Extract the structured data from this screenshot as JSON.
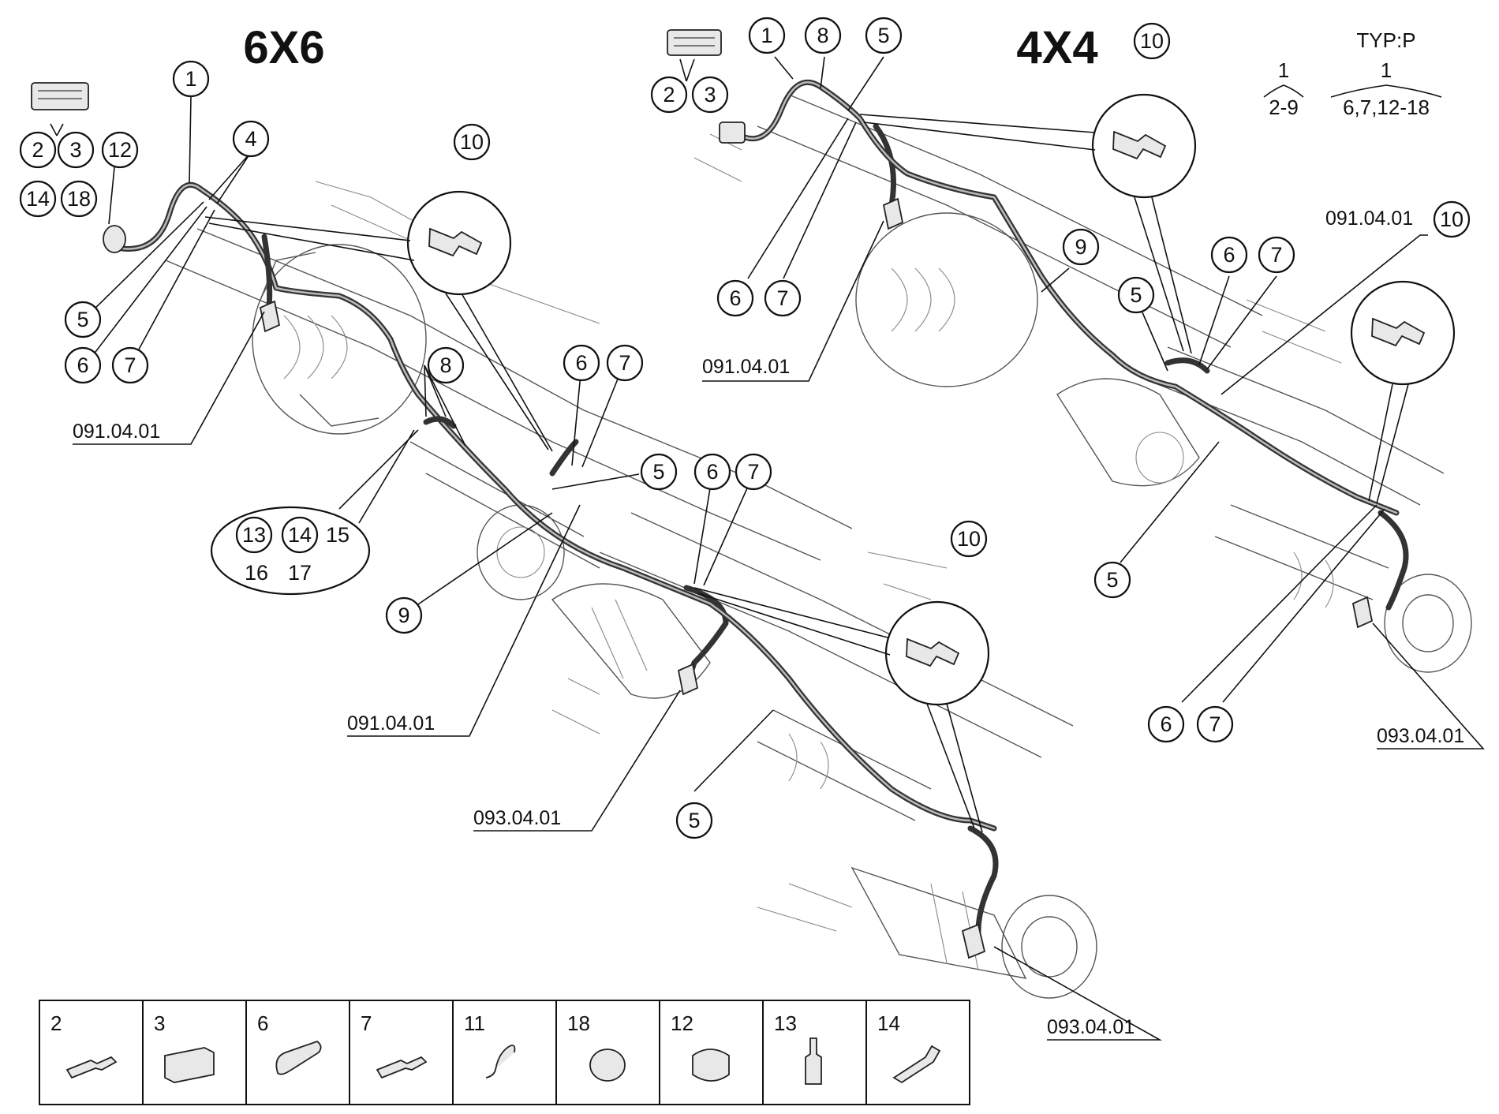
{
  "titles": {
    "left": "6X6",
    "right": "4X4"
  },
  "typ_note": {
    "header": "TYP:P",
    "col1_top": "1",
    "col1_bottom": "2-9",
    "col2_top": "1",
    "col2_bottom": "6,7,12-18"
  },
  "balloons": [
    {
      "id": "b1",
      "label": "1"
    },
    {
      "id": "b2",
      "label": "2"
    },
    {
      "id": "b3",
      "label": "3"
    },
    {
      "id": "b4",
      "label": "12"
    },
    {
      "id": "b5",
      "label": "14"
    },
    {
      "id": "b6",
      "label": "18"
    },
    {
      "id": "b7",
      "label": "4"
    },
    {
      "id": "b8",
      "label": "10"
    },
    {
      "id": "b9",
      "label": "5"
    },
    {
      "id": "b10",
      "label": "6"
    },
    {
      "id": "b11",
      "label": "7"
    },
    {
      "id": "b12",
      "label": "8"
    },
    {
      "id": "b13",
      "label": "6"
    },
    {
      "id": "b14",
      "label": "7"
    },
    {
      "id": "b15",
      "label": "5"
    },
    {
      "id": "b16",
      "label": "6"
    },
    {
      "id": "b17",
      "label": "7"
    },
    {
      "id": "b18",
      "label": "9"
    },
    {
      "id": "b19",
      "label": "10"
    },
    {
      "id": "b20",
      "label": "5"
    },
    {
      "id": "b21",
      "label": "13"
    },
    {
      "id": "b22",
      "label": "14"
    },
    {
      "id": "b23",
      "label": "2"
    },
    {
      "id": "b24",
      "label": "3"
    },
    {
      "id": "b25",
      "label": "1"
    },
    {
      "id": "b26",
      "label": "8"
    },
    {
      "id": "b27",
      "label": "5"
    },
    {
      "id": "b28",
      "label": "10"
    },
    {
      "id": "b29",
      "label": "9"
    },
    {
      "id": "b30",
      "label": "6"
    },
    {
      "id": "b31",
      "label": "7"
    },
    {
      "id": "b32",
      "label": "5"
    },
    {
      "id": "b33",
      "label": "6"
    },
    {
      "id": "b34",
      "label": "7"
    },
    {
      "id": "b35",
      "label": "10"
    },
    {
      "id": "b36",
      "label": "5"
    },
    {
      "id": "b37",
      "label": "6"
    },
    {
      "id": "b38",
      "label": "7"
    }
  ],
  "group_labels": [
    "15",
    "16",
    "17"
  ],
  "references": [
    {
      "id": "r1",
      "label": "091.04.01"
    },
    {
      "id": "r2",
      "label": "091.04.01"
    },
    {
      "id": "r3",
      "label": "093.04.01"
    },
    {
      "id": "r4",
      "label": "091.04.01"
    },
    {
      "id": "r5",
      "label": "091.04.01"
    },
    {
      "id": "r6",
      "label": "093.04.01"
    },
    {
      "id": "r7",
      "label": "093.04.01"
    }
  ],
  "legend": [
    {
      "number": "2",
      "part": "terminal"
    },
    {
      "number": "3",
      "part": "connector-housing"
    },
    {
      "number": "6",
      "part": "rubber-boot"
    },
    {
      "number": "7",
      "part": "terminal"
    },
    {
      "number": "11",
      "part": "cable-clip"
    },
    {
      "number": "18",
      "part": "grommet"
    },
    {
      "number": "12",
      "part": "clamp"
    },
    {
      "number": "13",
      "part": "sensor-plug"
    },
    {
      "number": "14",
      "part": "pin-terminal"
    }
  ]
}
